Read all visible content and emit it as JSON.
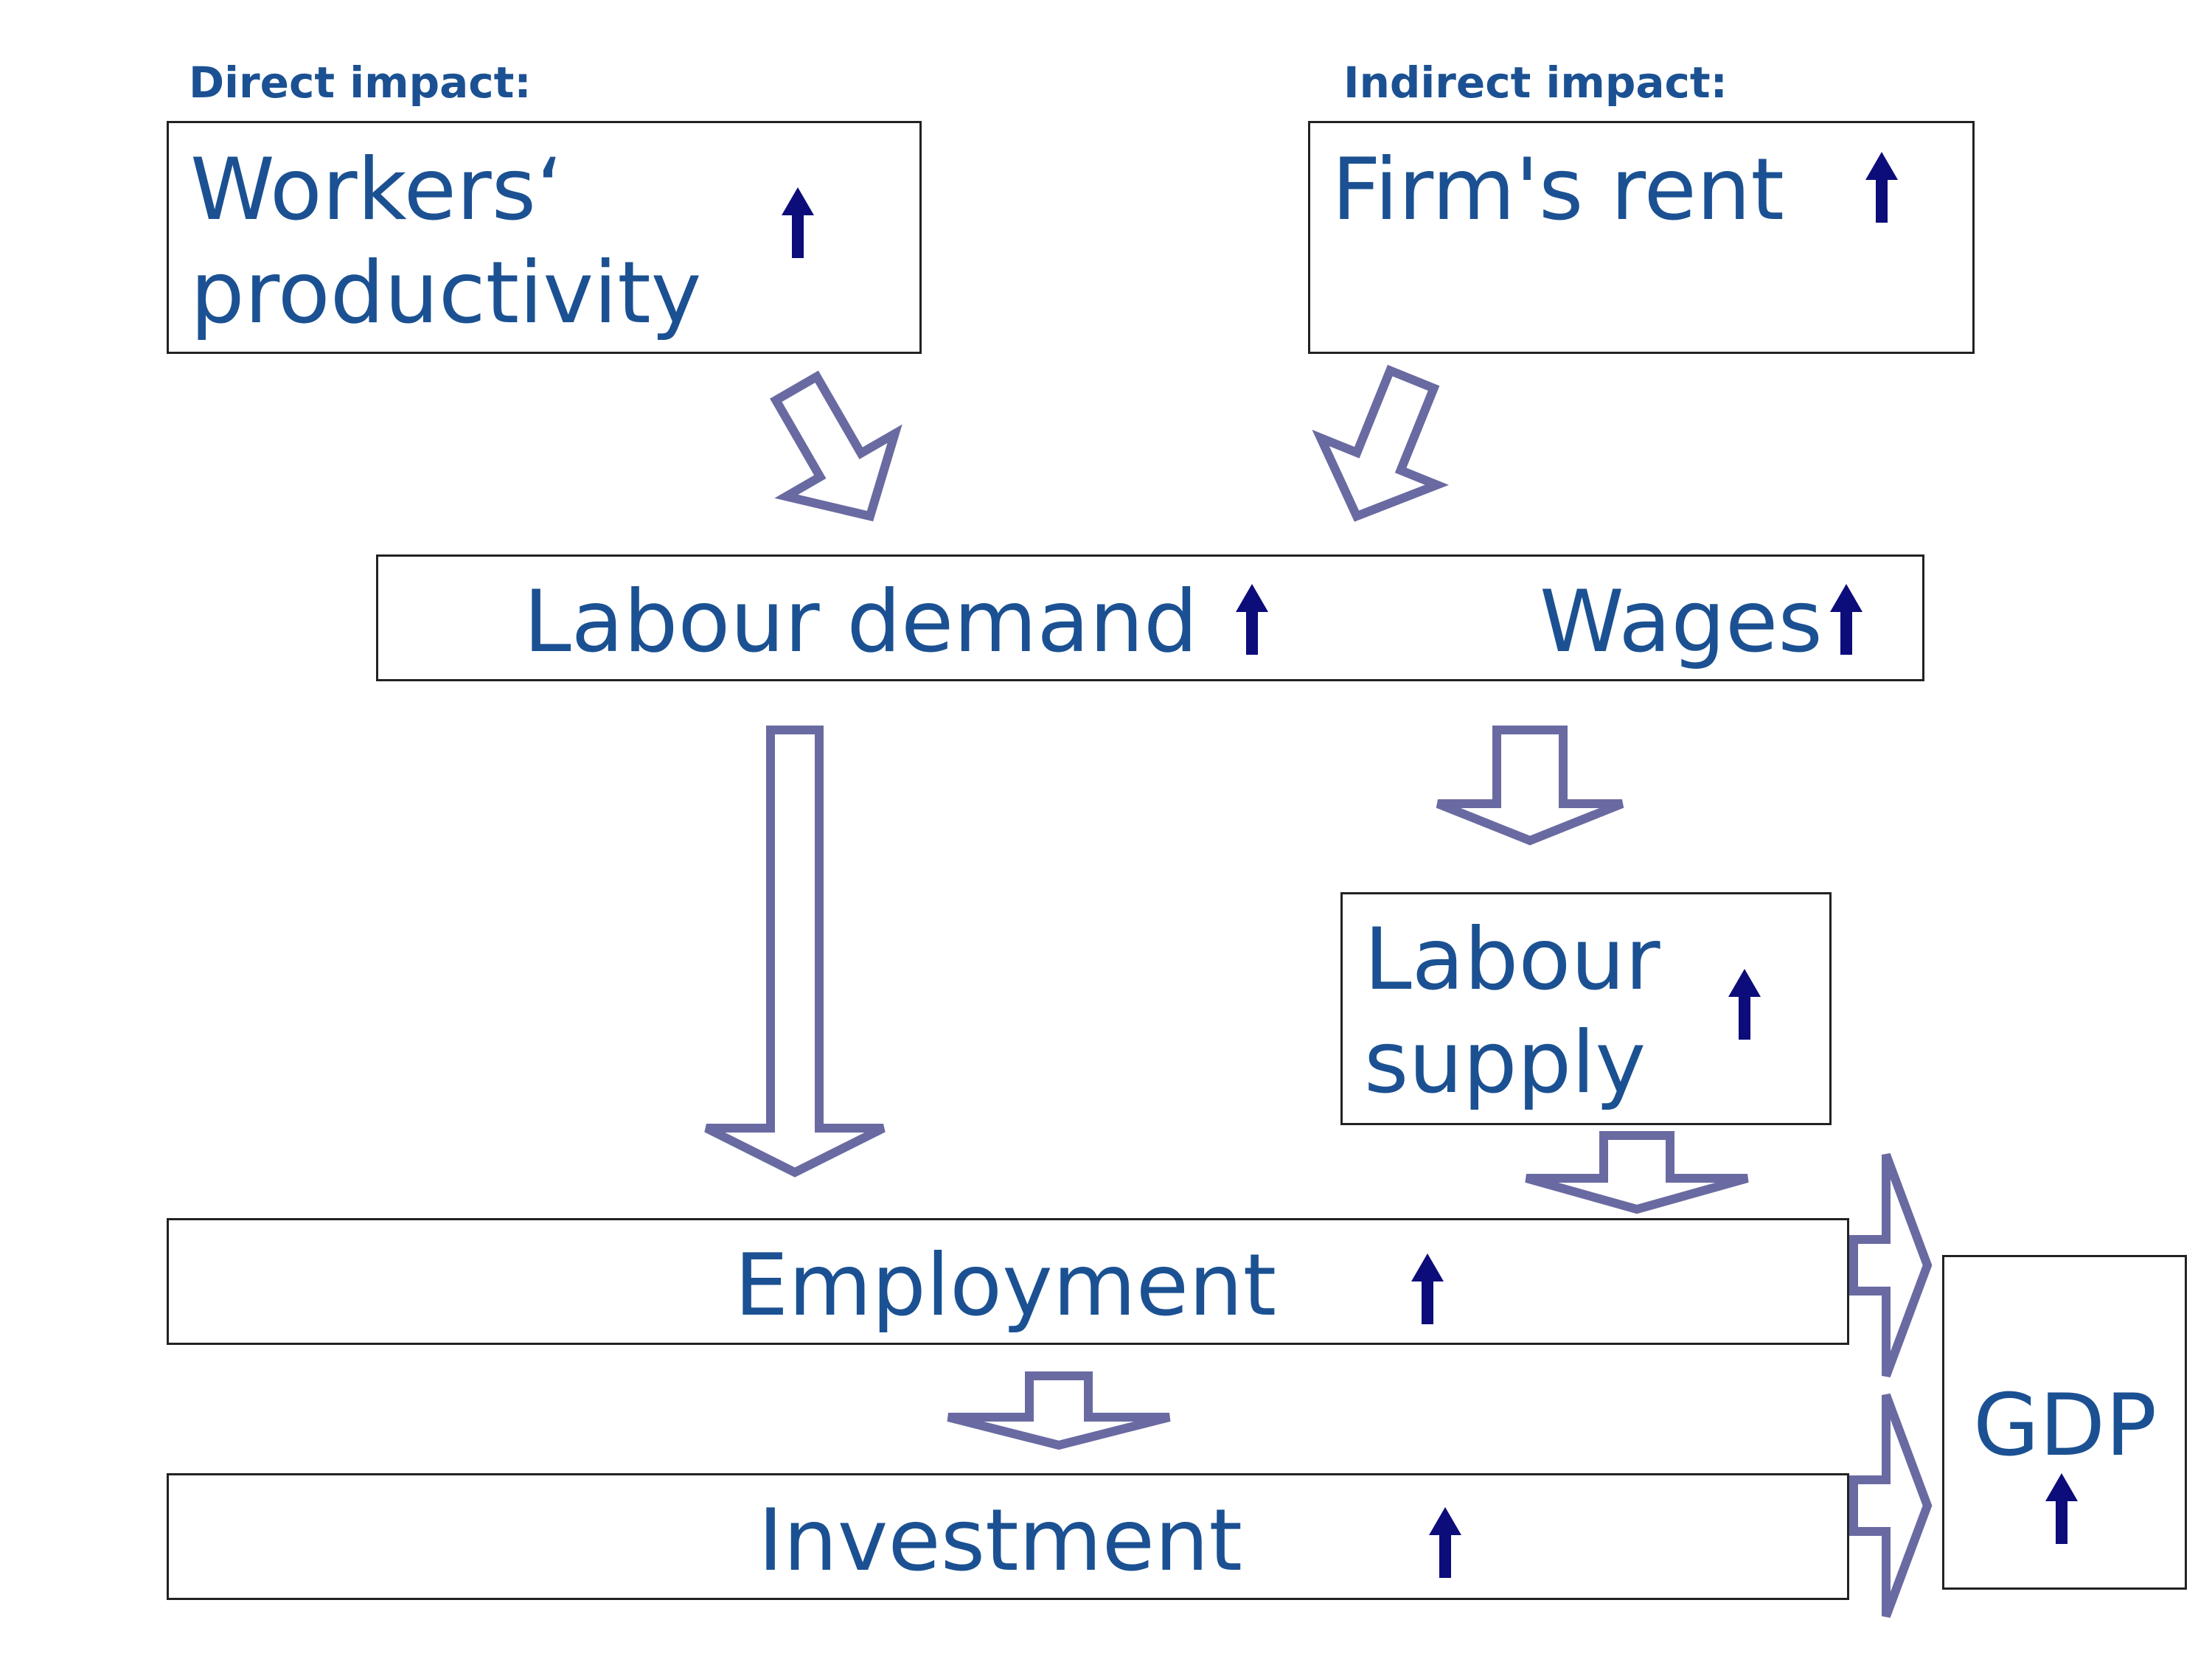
{
  "colors": {
    "text": "#1b5192",
    "flow_arrow": "#6a6aa2",
    "up_arrow": "#0c0c7a",
    "box_border": "#222222"
  },
  "headers": {
    "direct": "Direct impact:",
    "indirect": "Indirect impact:"
  },
  "nodes": {
    "workers_productivity": "Workers‘\nproductivity",
    "firms_rent": "Firm's rent",
    "labour_demand": "Labour demand",
    "wages": "Wages",
    "labour_supply": "Labour\nsupply",
    "employment": "Employment",
    "investment": "Investment",
    "gdp": "GDP"
  },
  "indicators": {
    "workers_productivity": "up-arrow-icon",
    "firms_rent": "up-arrow-icon",
    "labour_demand": "up-arrow-icon",
    "wages": "up-arrow-icon",
    "labour_supply": "up-arrow-icon",
    "employment": "up-arrow-icon",
    "investment": "up-arrow-icon",
    "gdp": "up-arrow-icon"
  }
}
